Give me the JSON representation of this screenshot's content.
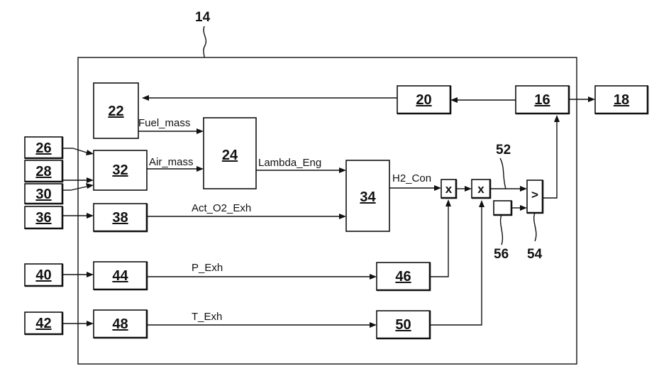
{
  "figure": {
    "frame_ref": "14",
    "blocks": {
      "b16": "16",
      "b18": "18",
      "b20": "20",
      "b22": "22",
      "b24": "24",
      "b26": "26",
      "b28": "28",
      "b30": "30",
      "b32": "32",
      "b34": "34",
      "b36": "36",
      "b38": "38",
      "b40": "40",
      "b42": "42",
      "b44": "44",
      "b46": "46",
      "b48": "48",
      "b50": "50"
    },
    "signals": {
      "fuel_mass": "Fuel_mass",
      "air_mass": "Air_mass",
      "lambda_eng": "Lambda_Eng",
      "h2_con": "H2_Con",
      "act_o2_exh": "Act_O2_Exh",
      "p_exh": "P_Exh",
      "t_exh": "T_Exh"
    },
    "operators": {
      "multiply_1": "x",
      "multiply_2": "x",
      "compare": ">"
    },
    "refs": {
      "r52": "52",
      "r54": "54",
      "r56": "56"
    }
  }
}
